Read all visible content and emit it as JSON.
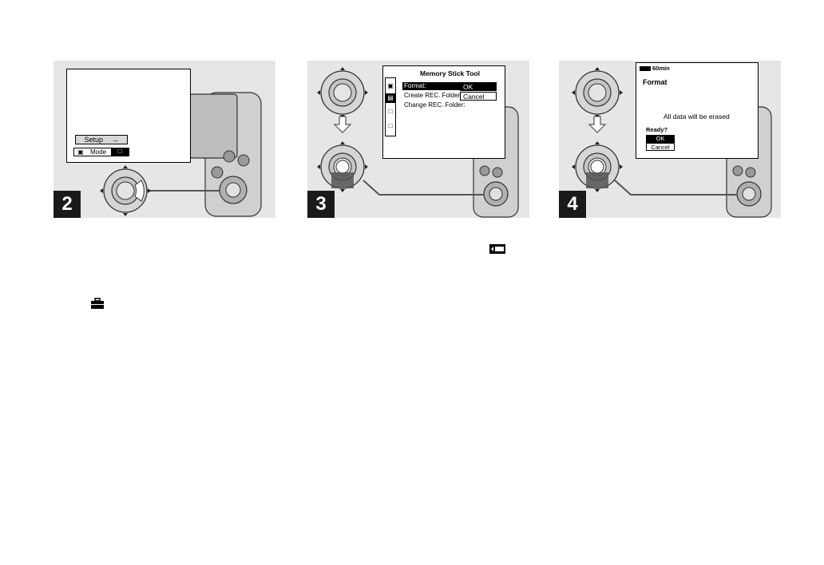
{
  "steps": [
    {
      "number": "2"
    },
    {
      "number": "3"
    },
    {
      "number": "4"
    }
  ],
  "panel2": {
    "setup_label": "Setup",
    "setup_arrow": "→",
    "mode_label": "Mode",
    "camera_icon": "camera-icon",
    "toolbox_icon": "toolbox-icon"
  },
  "panel3": {
    "title": "Memory Stick Tool",
    "menu_items": [
      "Format:",
      "Create REC. Folder:",
      "Change REC. Folder:"
    ],
    "options": [
      "OK",
      "Cancel"
    ],
    "side_icons": [
      "camera-icon",
      "memory-stick-icon",
      "toolbox-icon",
      "toolbox-2-icon"
    ]
  },
  "panel4": {
    "battery": "60min",
    "title": "Format",
    "message": "All data will be erased",
    "prompt": "Ready?",
    "options": [
      "OK",
      "Cancel"
    ]
  },
  "inline_icons": {
    "memory_stick_icon": "memory-stick-icon",
    "toolbox_icon": "toolbox-icon"
  }
}
